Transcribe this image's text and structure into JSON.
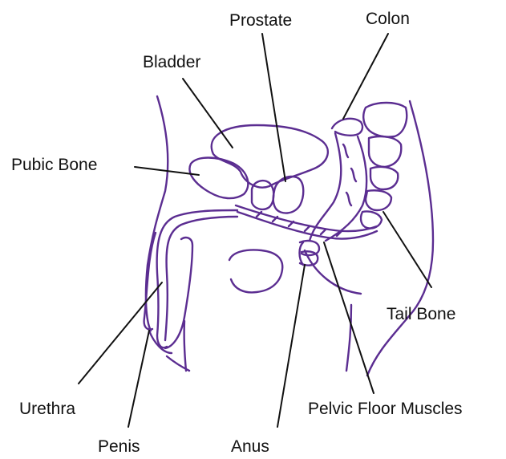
{
  "labels": {
    "prostate": "Prostate",
    "colon": "Colon",
    "bladder": "Bladder",
    "pubic_bone": "Pubic Bone",
    "tail_bone": "Tail Bone",
    "urethra": "Urethra",
    "pelvic_floor_muscles": "Pelvic Floor Muscles",
    "penis": "Penis",
    "anus": "Anus"
  },
  "colors": {
    "anatomy_stroke": "#5b2d91",
    "label_text": "#111111",
    "leader_line": "#111111",
    "background": "#ffffff"
  }
}
